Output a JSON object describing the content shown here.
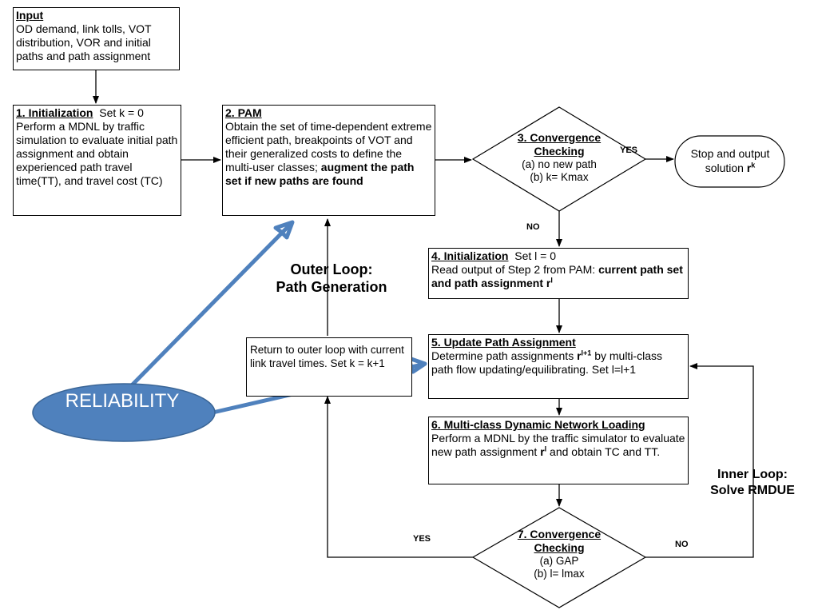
{
  "input": {
    "title": "Input",
    "text": "OD demand, link tolls, VOT distribution, VOR and initial paths and path assignment"
  },
  "step1": {
    "title": "1. Initialization",
    "title_suffix": "  Set k = 0",
    "text": "Perform a MDNL by traffic simulation to evaluate initial path assignment and obtain experienced path travel time(TT), and travel cost (TC)"
  },
  "step2": {
    "title": "2. PAM",
    "text": "Obtain the set of time-dependent extreme efficient path, breakpoints of VOT and their generalized costs to define the multi-user classes;",
    "text_bold": " augment the path set if new paths are found"
  },
  "step3": {
    "title_line1": "3. Convergence",
    "title_line2": "Checking",
    "cond_a": "(a) no new path",
    "cond_b": "(b) k= Kmax"
  },
  "stop": {
    "text": "Stop and output solution ",
    "bold": "r",
    "sup": "k"
  },
  "step4": {
    "title": "4. Initialization",
    "title_suffix": "  Set l = 0",
    "text": "Read output of Step 2 from PAM: ",
    "text_bold": "current path set and path assignment r",
    "sup": "l"
  },
  "step5": {
    "title": "5. Update Path Assignment",
    "text_a": "Determine path assignments ",
    "bold_r": "r",
    "sup": "l+1",
    "text_b": " by multi-class path flow updating/equilibrating. Set l=l+1"
  },
  "step6": {
    "title": "6. Multi-class Dynamic Network Loading",
    "text_a": "Perform a MDNL by the traffic simulator to evaluate new path assignment ",
    "bold_r": "r",
    "sup": "l",
    "text_b": " and obtain TC and TT."
  },
  "step7": {
    "title_line1": "7. Convergence",
    "title_line2": "Checking",
    "cond_a": "(a) GAP",
    "cond_b": "(b) l= lmax"
  },
  "return_box": {
    "text": "Return to outer loop with current link travel times. Set k = k+1"
  },
  "labels": {
    "yes_top": "YES",
    "no_mid": "NO",
    "outer_loop_line1": "Outer Loop:",
    "outer_loop_line2": "Path Generation",
    "inner_loop_line1": "Inner Loop:",
    "inner_loop_line2": "Solve RMDUE",
    "yes_bottom": "YES",
    "no_bottom": "NO"
  },
  "annotation": {
    "text": "RELIABILITY",
    "fill": "#4f81bd",
    "arrow_color": "#4f81bd"
  }
}
